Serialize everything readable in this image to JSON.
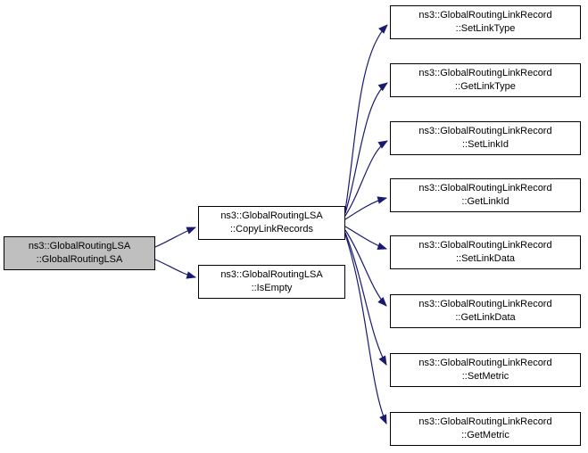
{
  "diagram": {
    "type": "doxygen-call-graph",
    "accent_color": "#191970",
    "node_fill": "#ffffff",
    "node_border_color": "#000000",
    "current_node_fill": "#bfbfbf",
    "nodes": {
      "global_routing_lsa": {
        "label": "ns3::GlobalRoutingLSA\n::GlobalRoutingLSA"
      },
      "copy_link_records": {
        "label": "ns3::GlobalRoutingLSA\n::CopyLinkRecords"
      },
      "is_empty": {
        "label": "ns3::GlobalRoutingLSA\n::IsEmpty"
      },
      "set_link_type": {
        "label": "ns3::GlobalRoutingLinkRecord\n::SetLinkType"
      },
      "get_link_type": {
        "label": "ns3::GlobalRoutingLinkRecord\n::GetLinkType"
      },
      "set_link_id": {
        "label": "ns3::GlobalRoutingLinkRecord\n::SetLinkId"
      },
      "get_link_id": {
        "label": "ns3::GlobalRoutingLinkRecord\n::GetLinkId"
      },
      "set_link_data": {
        "label": "ns3::GlobalRoutingLinkRecord\n::SetLinkData"
      },
      "get_link_data": {
        "label": "ns3::GlobalRoutingLinkRecord\n::GetLinkData"
      },
      "set_metric": {
        "label": "ns3::GlobalRoutingLinkRecord\n::SetMetric"
      },
      "get_metric": {
        "label": "ns3::GlobalRoutingLinkRecord\n::GetMetric"
      }
    },
    "edges": [
      {
        "from": "global_routing_lsa",
        "to": "copy_link_records"
      },
      {
        "from": "global_routing_lsa",
        "to": "is_empty"
      },
      {
        "from": "copy_link_records",
        "to": "set_link_type"
      },
      {
        "from": "copy_link_records",
        "to": "get_link_type"
      },
      {
        "from": "copy_link_records",
        "to": "set_link_id"
      },
      {
        "from": "copy_link_records",
        "to": "get_link_id"
      },
      {
        "from": "copy_link_records",
        "to": "set_link_data"
      },
      {
        "from": "copy_link_records",
        "to": "get_link_data"
      },
      {
        "from": "copy_link_records",
        "to": "set_metric"
      },
      {
        "from": "copy_link_records",
        "to": "get_metric"
      }
    ]
  }
}
